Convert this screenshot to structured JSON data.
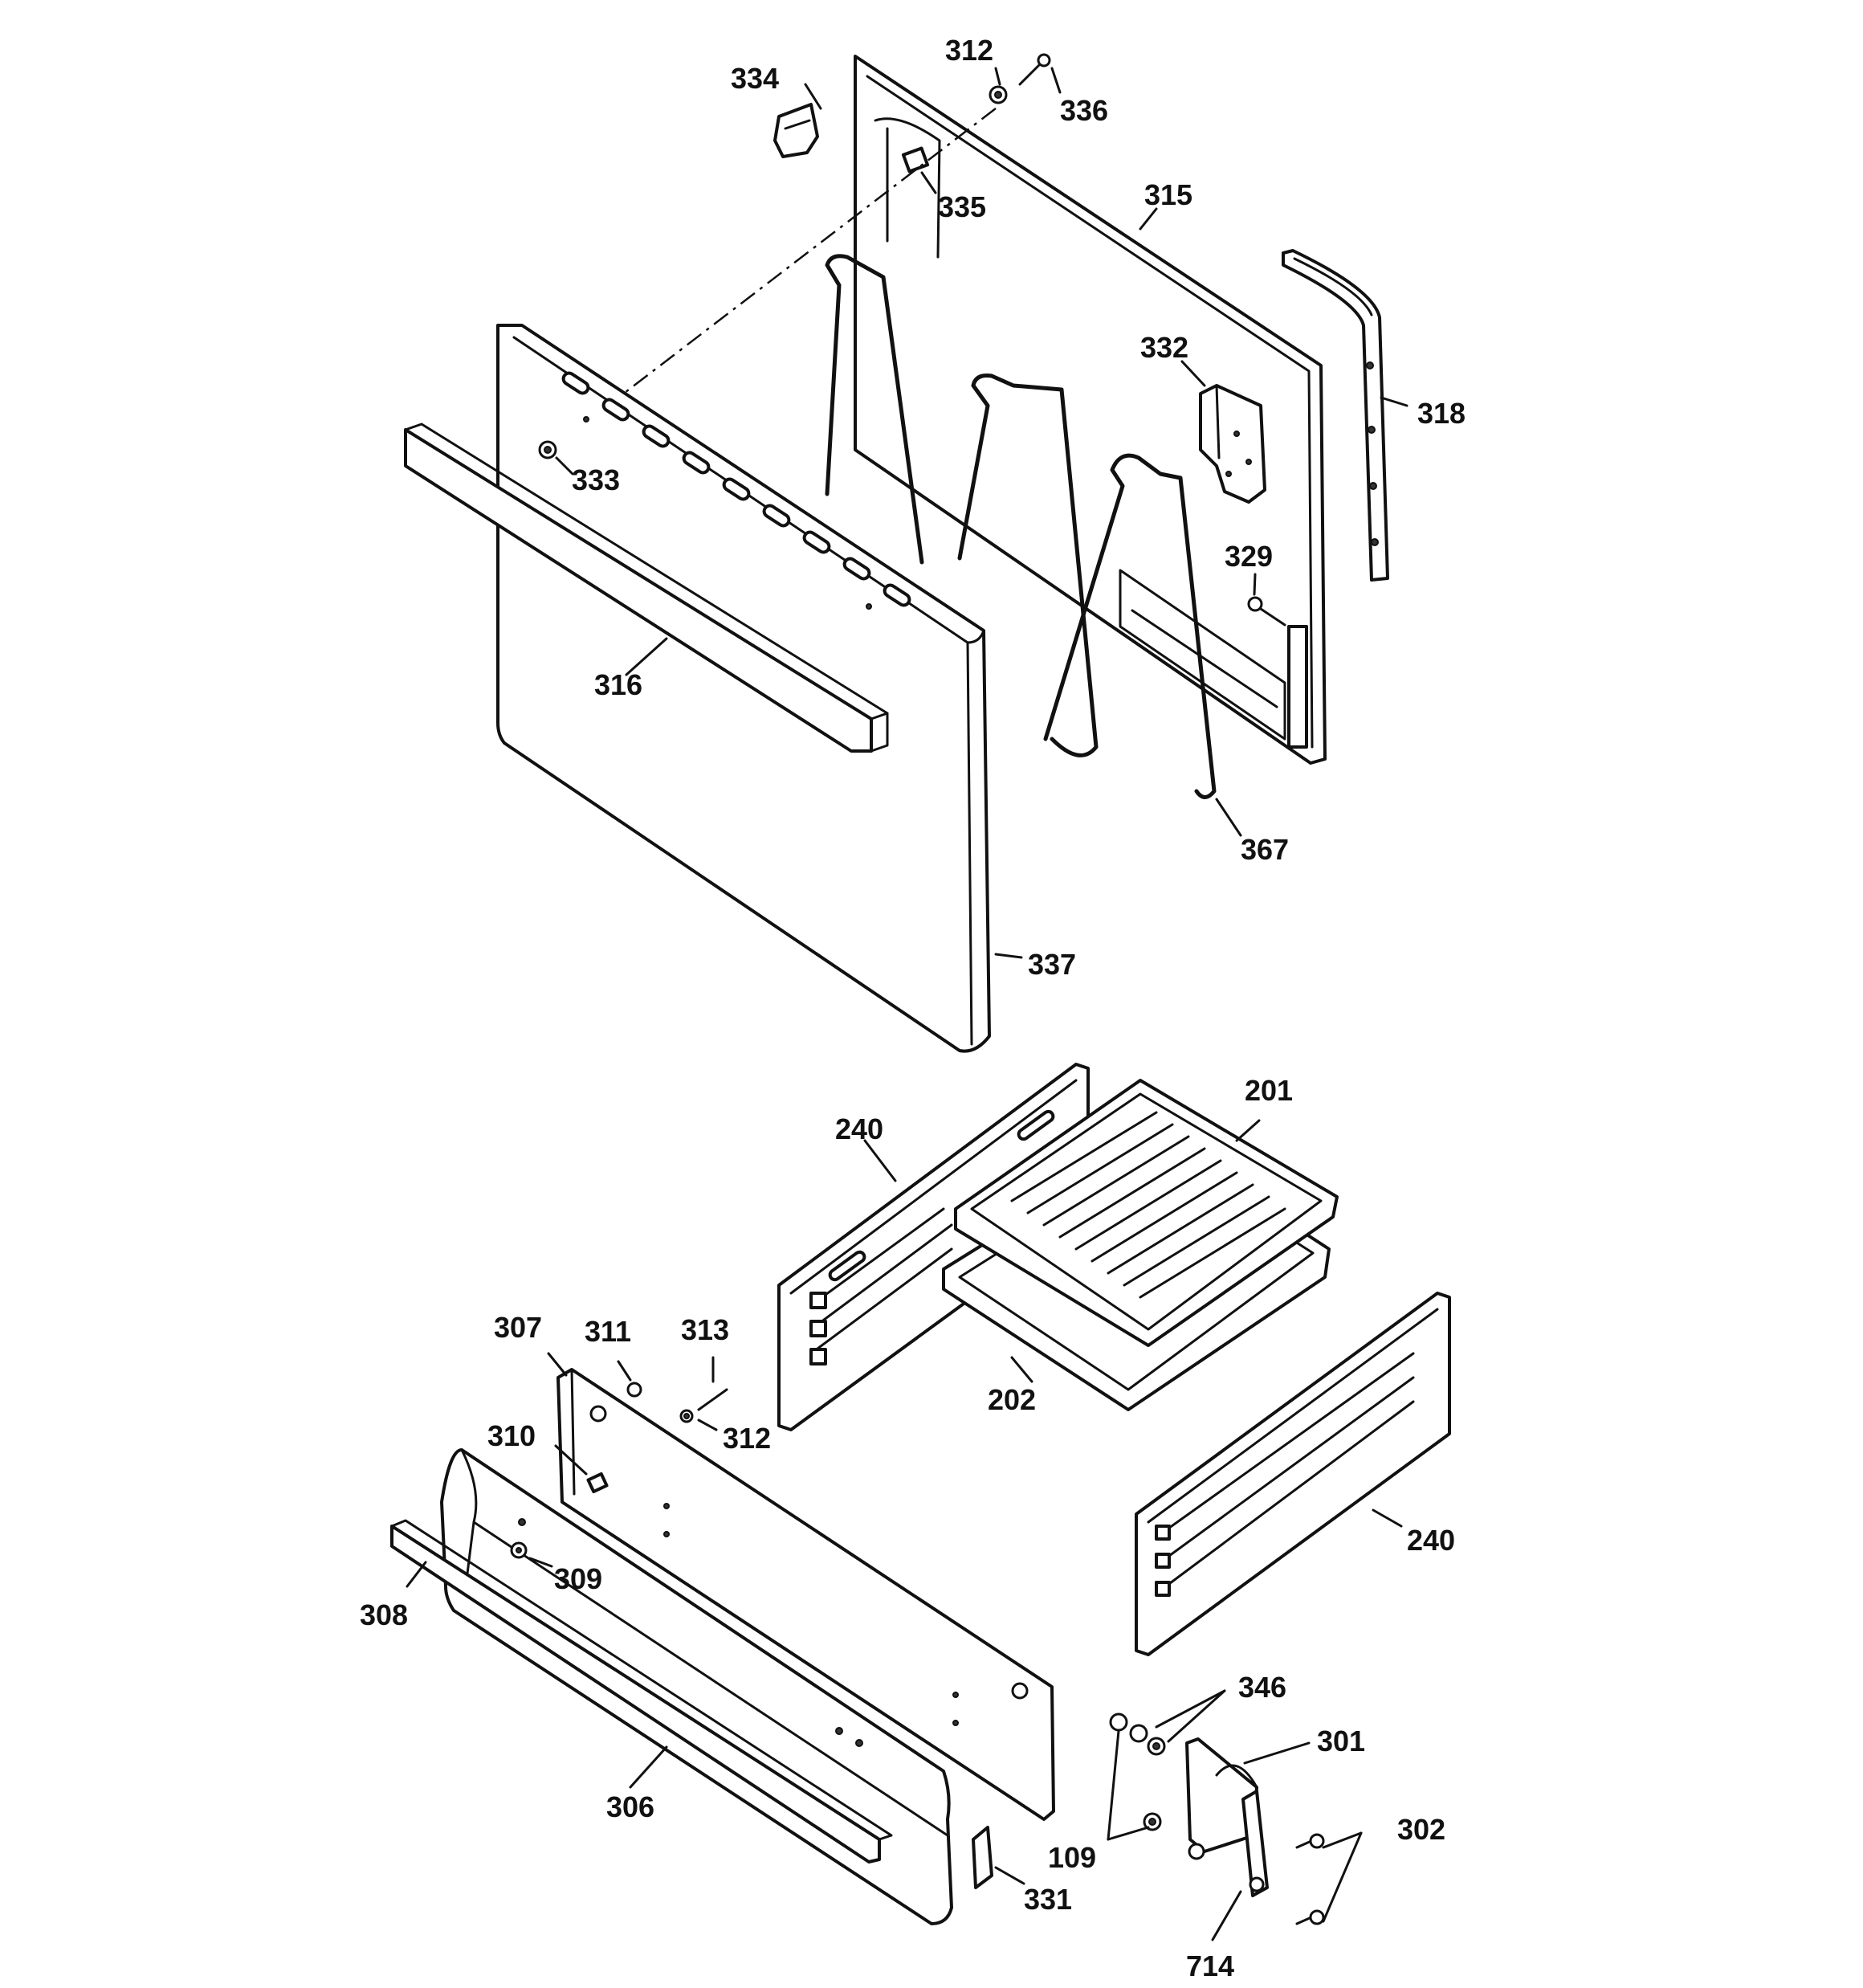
{
  "callouts": [
    {
      "id": "c334",
      "text": "334"
    },
    {
      "id": "c312a",
      "text": "312"
    },
    {
      "id": "c336",
      "text": "336"
    },
    {
      "id": "c335",
      "text": "335"
    },
    {
      "id": "c315",
      "text": "315"
    },
    {
      "id": "c332",
      "text": "332"
    },
    {
      "id": "c318",
      "text": "318"
    },
    {
      "id": "c333",
      "text": "333"
    },
    {
      "id": "c329",
      "text": "329"
    },
    {
      "id": "c316",
      "text": "316"
    },
    {
      "id": "c367",
      "text": "367"
    },
    {
      "id": "c337",
      "text": "337"
    },
    {
      "id": "c201",
      "text": "201"
    },
    {
      "id": "c240a",
      "text": "240"
    },
    {
      "id": "c307",
      "text": "307"
    },
    {
      "id": "c311",
      "text": "311"
    },
    {
      "id": "c313",
      "text": "313"
    },
    {
      "id": "c312b",
      "text": "312"
    },
    {
      "id": "c202",
      "text": "202"
    },
    {
      "id": "c310",
      "text": "310"
    },
    {
      "id": "c309",
      "text": "309"
    },
    {
      "id": "c308",
      "text": "308"
    },
    {
      "id": "c240b",
      "text": "240"
    },
    {
      "id": "c346",
      "text": "346"
    },
    {
      "id": "c301",
      "text": "301"
    },
    {
      "id": "c306",
      "text": "306"
    },
    {
      "id": "c302",
      "text": "302"
    },
    {
      "id": "c109",
      "text": "109"
    },
    {
      "id": "c331",
      "text": "331"
    },
    {
      "id": "c714",
      "text": "714"
    }
  ]
}
